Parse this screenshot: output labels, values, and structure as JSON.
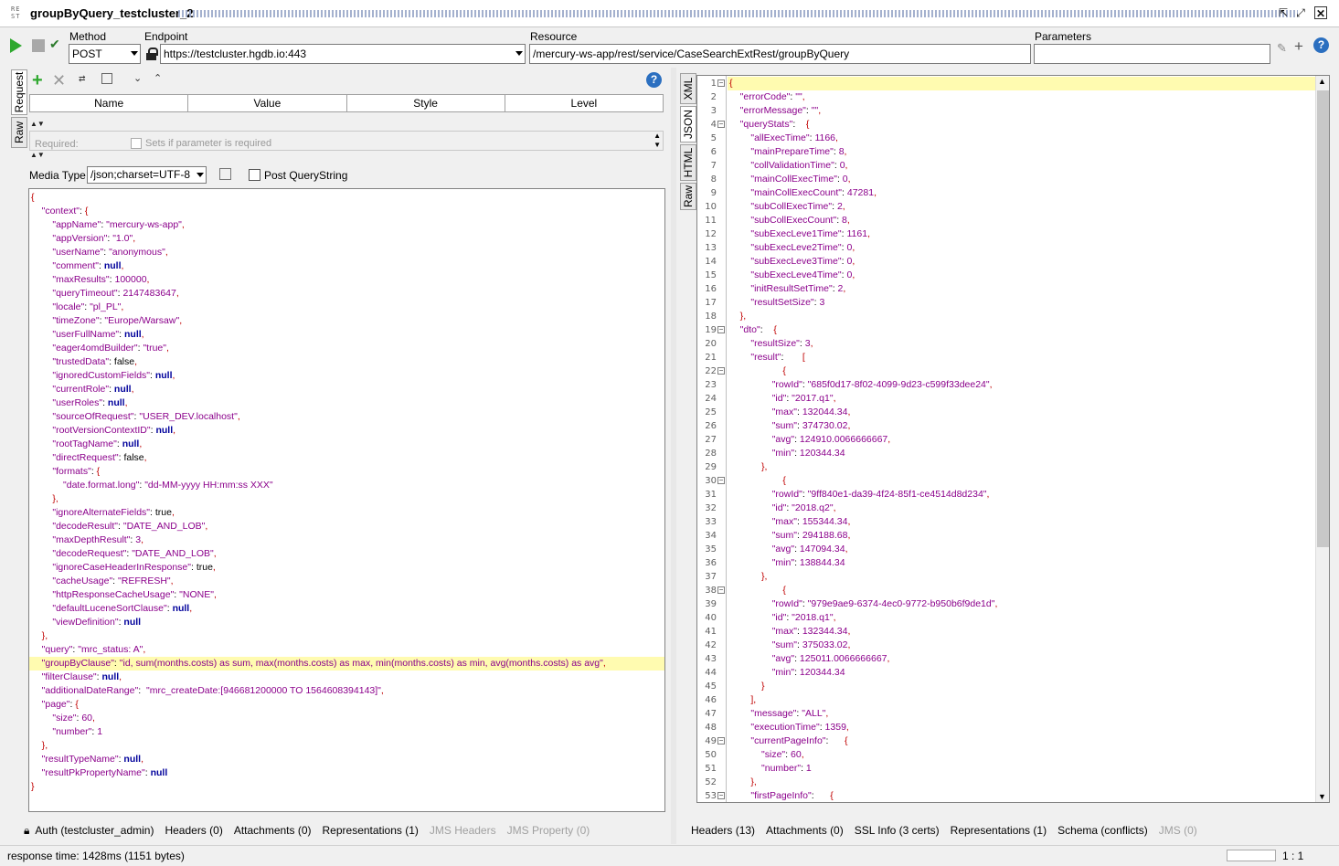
{
  "title": "groupByQuery_testcluster_2",
  "app_icon": "REST",
  "toolbar": {
    "method_label": "Method",
    "method_value": "POST",
    "endpoint_label": "Endpoint",
    "endpoint_value": "https://testcluster.hgdb.io:443",
    "resource_label": "Resource",
    "resource_value": "/mercury-ws-app/rest/service/CaseSearchExtRest/groupByQuery",
    "parameters_label": "Parameters",
    "parameters_value": ""
  },
  "request": {
    "vtabs": [
      "Request",
      "Raw"
    ],
    "columns": [
      "Name",
      "Value",
      "Style",
      "Level"
    ],
    "required_label": "Required:",
    "required_checkbox_label": "Sets if parameter is required",
    "media_type_label": "Media Type",
    "media_type_value": "/json;charset=UTF-8",
    "post_querystring_label": "Post QueryString",
    "body_lines": [
      "{",
      "    \"context\": {",
      "        \"appName\": \"mercury-ws-app\",",
      "        \"appVersion\": \"1.0\",",
      "        \"userName\": \"anonymous\",",
      "        \"comment\": null,",
      "        \"maxResults\": 100000,",
      "        \"queryTimeout\": 2147483647,",
      "        \"locale\": \"pl_PL\",",
      "        \"timeZone\": \"Europe/Warsaw\",",
      "        \"userFullName\": null,",
      "        \"eager4omdBuilder\": \"true\",",
      "        \"trustedData\": false,",
      "        \"ignoredCustomFields\": null,",
      "        \"currentRole\": null,",
      "        \"userRoles\": null,",
      "        \"sourceOfRequest\": \"USER_DEV.localhost\",",
      "        \"rootVersionContextID\": null,",
      "        \"rootTagName\": null,",
      "        \"directRequest\": false,",
      "        \"formats\": {",
      "            \"date.format.long\": \"dd-MM-yyyy HH:mm:ss XXX\"",
      "        },",
      "        \"ignoreAlternateFields\": true,",
      "        \"decodeResult\": \"DATE_AND_LOB\",",
      "        \"maxDepthResult\": 3,",
      "        \"decodeRequest\": \"DATE_AND_LOB\",",
      "        \"ignoreCaseHeaderInResponse\": true,",
      "        \"cacheUsage\": \"REFRESH\",",
      "        \"httpResponseCacheUsage\": \"NONE\",",
      "        \"defaultLuceneSortClause\": null,",
      "        \"viewDefinition\": null",
      "    },",
      "    \"query\": \"mrc_status: A\",",
      "    \"groupByClause\": \"id, sum(months.costs) as sum, max(months.costs) as max, min(months.costs) as min, avg(months.costs) as avg\",",
      "    \"filterClause\": null,",
      "    \"additionalDateRange\":  \"mrc_createDate:[946681200000 TO 1564608394143]\",",
      "    \"page\": {",
      "        \"size\": 60,",
      "        \"number\": 1",
      "    },",
      "    \"resultTypeName\": null,",
      "    \"resultPkPropertyName\": null",
      "}"
    ],
    "highlighted_line": 35,
    "bottom_tabs": [
      "Auth (testcluster_admin)",
      "Headers (0)",
      "Attachments (0)",
      "Representations (1)",
      "JMS Headers",
      "JMS Property (0)"
    ]
  },
  "response": {
    "vtabs": [
      "XML",
      "JSON",
      "HTML",
      "Raw"
    ],
    "lines": [
      "{",
      "    \"errorCode\": \"\",",
      "    \"errorMessage\": \"\",",
      "    \"queryStats\":    {",
      "        \"allExecTime\": 1166,",
      "        \"mainPrepareTime\": 8,",
      "        \"collValidationTime\": 0,",
      "        \"mainCollExecTime\": 0,",
      "        \"mainCollExecCount\": 47281,",
      "        \"subCollExecTime\": 2,",
      "        \"subCollExecCount\": 8,",
      "        \"subExecLeve1Time\": 1161,",
      "        \"subExecLeve2Time\": 0,",
      "        \"subExecLeve3Time\": 0,",
      "        \"subExecLeve4Time\": 0,",
      "        \"initResultSetTime\": 2,",
      "        \"resultSetSize\": 3",
      "    },",
      "    \"dto\":    {",
      "        \"resultSize\": 3,",
      "        \"result\":       [",
      "                    {",
      "                \"rowId\": \"685f0d17-8f02-4099-9d23-c599f33dee24\",",
      "                \"id\": \"2017.q1\",",
      "                \"max\": 132044.34,",
      "                \"sum\": 374730.02,",
      "                \"avg\": 124910.0066666667,",
      "                \"min\": 120344.34",
      "            },",
      "                    {",
      "                \"rowId\": \"9ff840e1-da39-4f24-85f1-ce4514d8d234\",",
      "                \"id\": \"2018.q2\",",
      "                \"max\": 155344.34,",
      "                \"sum\": 294188.68,",
      "                \"avg\": 147094.34,",
      "                \"min\": 138844.34",
      "            },",
      "                    {",
      "                \"rowId\": \"979e9ae9-6374-4ec0-9772-b950b6f9de1d\",",
      "                \"id\": \"2018.q1\",",
      "                \"max\": 132344.34,",
      "                \"sum\": 375033.02,",
      "                \"avg\": 125011.0066666667,",
      "                \"min\": 120344.34",
      "            }",
      "        ],",
      "        \"message\": \"ALL\",",
      "        \"executionTime\": 1359,",
      "        \"currentPageInfo\":      {",
      "            \"size\": 60,",
      "            \"number\": 1",
      "        },",
      "        \"firstPageInfo\":      {"
    ],
    "fold_lines": [
      4,
      19,
      22,
      30,
      38,
      49,
      53
    ],
    "bottom_tabs": [
      "Headers (13)",
      "Attachments (0)",
      "SSL Info (3 certs)",
      "Representations (1)",
      "Schema (conflicts)",
      "JMS (0)"
    ]
  },
  "status": {
    "response_time": "response time: 1428ms (1151 bytes)",
    "cursor": "1 : 1"
  }
}
